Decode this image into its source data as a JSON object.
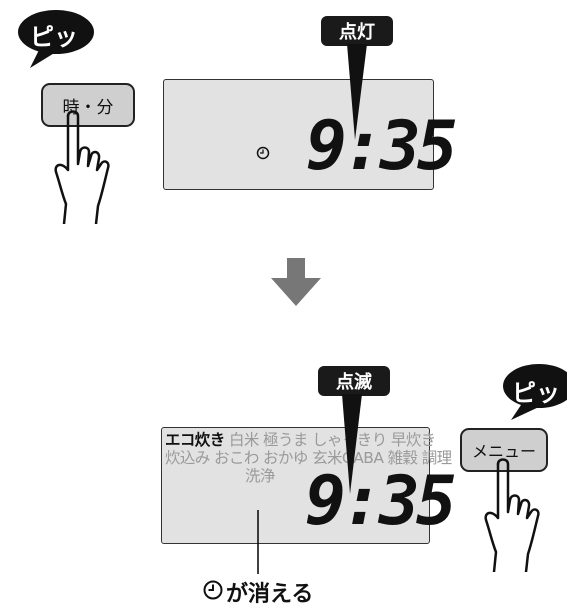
{
  "step1": {
    "beep": "ピッ",
    "button_label": "時・分",
    "status_tag": "点灯",
    "display_time": "9:35",
    "clock_symbol": "clock-icon"
  },
  "arrow": "down-arrow-icon",
  "step2": {
    "beep": "ピッ",
    "button_label": "メニュー",
    "status_tag": "点滅",
    "display_time": "9:35",
    "modes": {
      "row1_active": "エコ炊き",
      "row1_rest": "白米 極うま しゃっきり 早炊き",
      "row2": "炊込み おこわ おかゆ 玄米GABA 雑穀 調理",
      "row3": "洗浄"
    },
    "caption": "が消える"
  }
}
